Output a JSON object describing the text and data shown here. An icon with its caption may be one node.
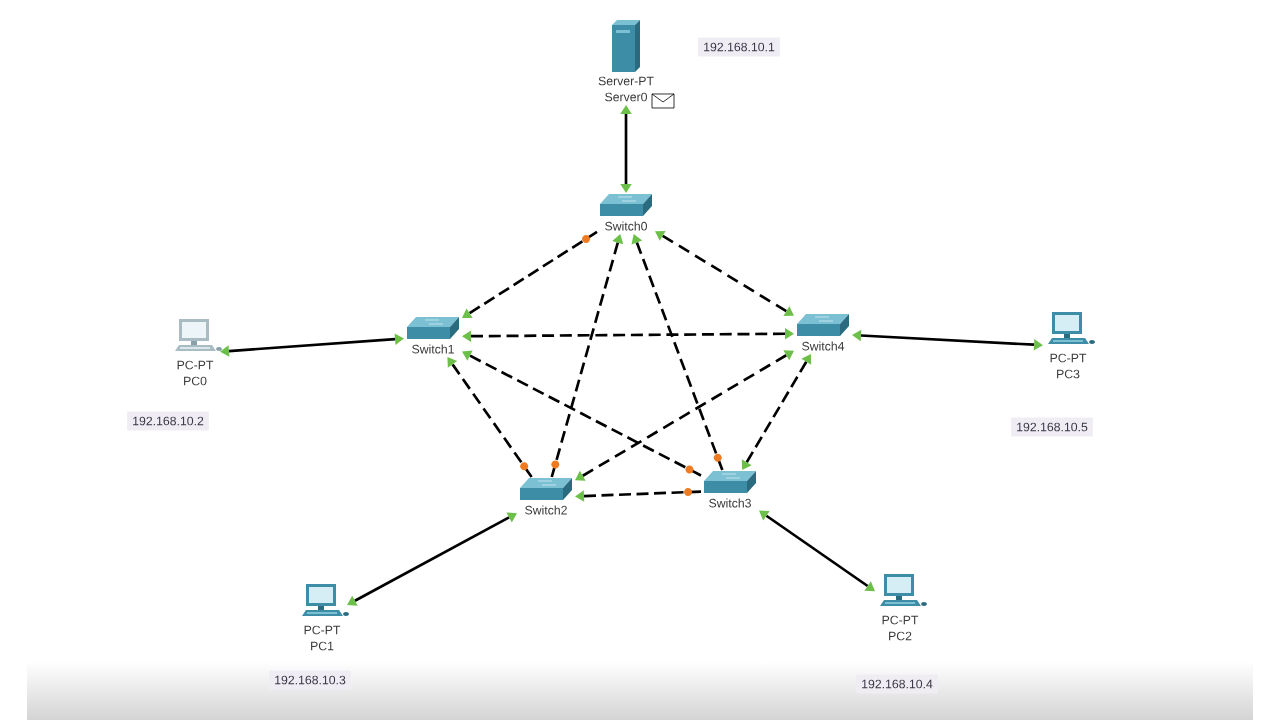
{
  "diagram": {
    "nodes": [
      {
        "text": [
          "Server-PT",
          "Server0"
        ]
      },
      {
        "text": [
          "Switch0"
        ]
      },
      {
        "text": [
          "PC-PT",
          "PC0"
        ],
        "beside": [
          "192.168.10.2"
        ]
      },
      {
        "text": [
          "Switch1"
        ]
      },
      {
        "text": [
          "Switch4"
        ]
      },
      {
        "text": [
          "PC-PT",
          "PC3"
        ],
        "beside": [
          "192.168.10.5"
        ]
      },
      {
        "text": [
          "Switch2"
        ]
      },
      {
        "text": [
          "Switch3"
        ]
      },
      {
        "text": [
          "PC-PT",
          "PC1"
        ],
        "beside": [
          "192.168.10.3"
        ]
      },
      {
        "text": [
          "PC-PT",
          "PC2"
        ],
        "beside": [
          "192.168.10.4"
        ]
      }
    ],
    "edges": [
      {
        "from": 0,
        "to": 1,
        "arrow": "both"
      },
      {
        "from": 2,
        "to": 3,
        "arrow": "both"
      },
      {
        "from": 4,
        "to": 5,
        "arrow": "both"
      },
      {
        "from": 6,
        "to": 8,
        "arrow": "both"
      },
      {
        "from": 7,
        "to": 9,
        "arrow": "both"
      },
      {
        "from": 1,
        "to": 3,
        "arrow": "to",
        "style": "dashed"
      },
      {
        "from": 1,
        "to": 4,
        "arrow": "both",
        "style": "dashed"
      },
      {
        "from": 6,
        "to": 1,
        "arrow": "to",
        "style": "dashed"
      },
      {
        "from": 7,
        "to": 1,
        "arrow": "to",
        "style": "dashed"
      },
      {
        "from": 3,
        "to": 4,
        "arrow": "both",
        "style": "dashed"
      },
      {
        "from": 6,
        "to": 3,
        "arrow": "to",
        "style": "dashed"
      },
      {
        "from": 7,
        "to": 3,
        "arrow": "to",
        "style": "dashed"
      },
      {
        "from": 4,
        "to": 6,
        "arrow": "both",
        "style": "dashed"
      },
      {
        "from": 4,
        "to": 7,
        "arrow": "both",
        "style": "dashed"
      },
      {
        "from": 7,
        "to": 6,
        "arrow": "to",
        "style": "dashed"
      }
    ],
    "labels": [
      "192.168.10.1"
    ]
  }
}
